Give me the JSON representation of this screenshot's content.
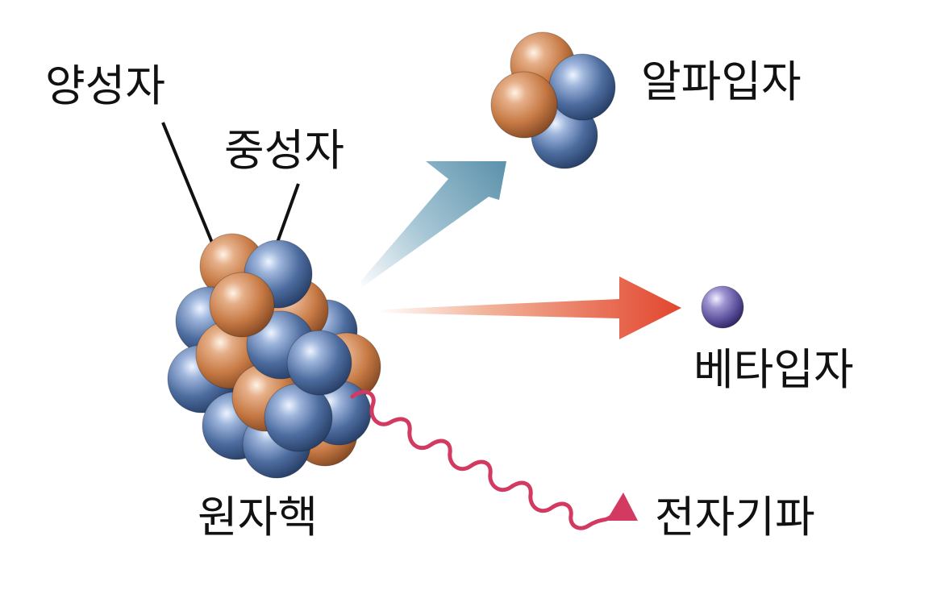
{
  "labels": {
    "proton": "양성자",
    "neutron": "중성자",
    "nucleus": "원자핵",
    "alpha": "알파입자",
    "beta": "베타입자",
    "em_wave": "전자기파"
  },
  "colors": {
    "proton": "#c77a45",
    "neutron": "#4d6c9f",
    "alpha_arrow": "#5f94ad",
    "beta_arrow": "#e2452d",
    "wave": "#d23a62",
    "beta_particle": "#5a4f9a"
  }
}
